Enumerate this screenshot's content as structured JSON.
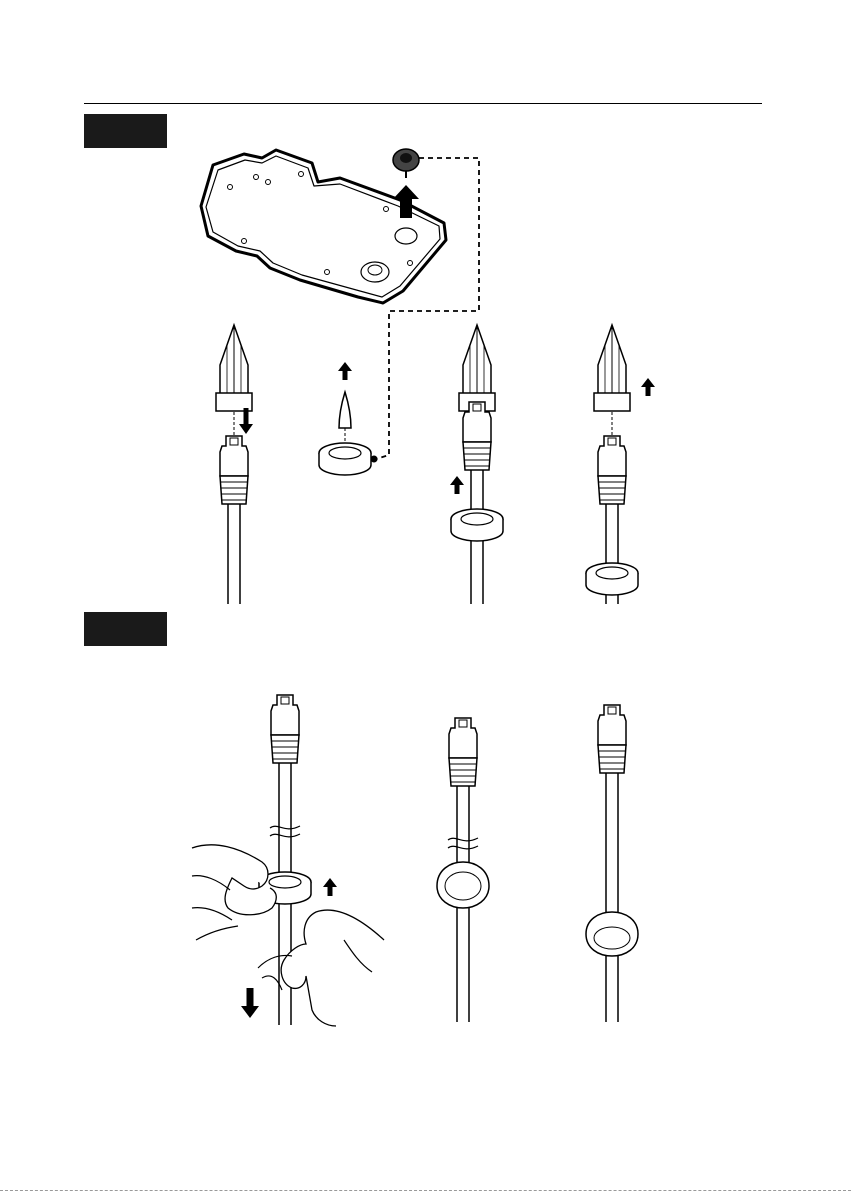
{
  "page": {
    "background": "#ffffff",
    "ink": "#000000"
  },
  "step_tabs": [
    {
      "label": "",
      "color": "#1a1a1a"
    },
    {
      "label": "",
      "color": "#1a1a1a"
    }
  ],
  "illustrations": {
    "step1": [
      "mount-plate-with-grommet",
      "cable-through-plate",
      "grommet-plug-removal",
      "cable-into-grommet",
      "cable-through-grommet"
    ],
    "step2": [
      "pull-grommet-on-cable",
      "grommet-seated",
      "grommet-final-position"
    ]
  }
}
